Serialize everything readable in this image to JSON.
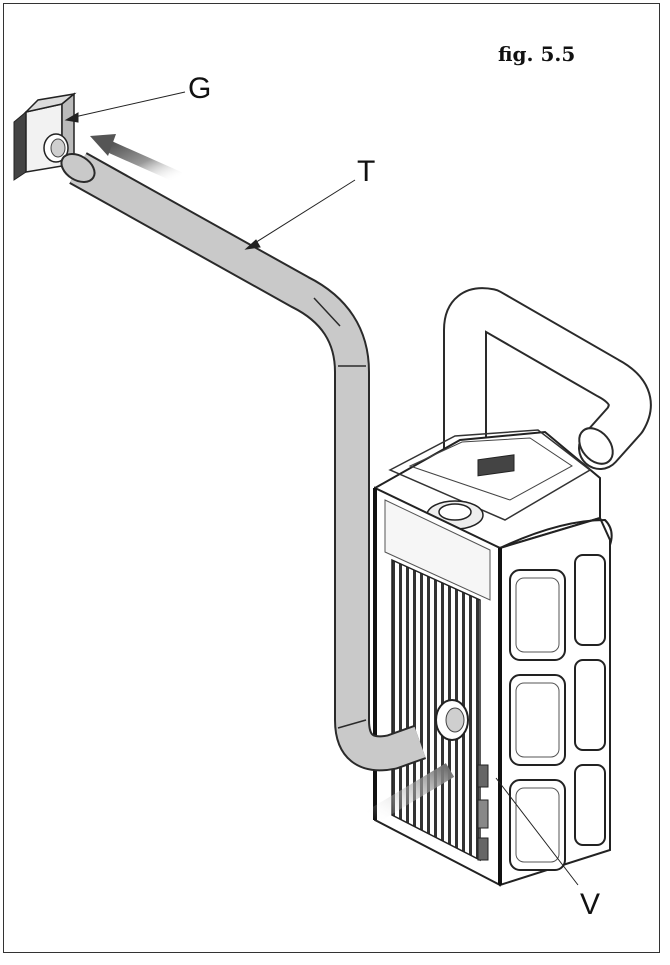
{
  "figure": {
    "label": "fig. 5.5"
  },
  "callouts": {
    "g": "G",
    "t": "T",
    "v": "V"
  },
  "colors": {
    "pipe_fill": "#c9c9c9",
    "pipe_outline": "#2a2a2a",
    "stove_body": "#ffffff",
    "line": "#222222",
    "air_arrow": "#9a9a9a"
  }
}
